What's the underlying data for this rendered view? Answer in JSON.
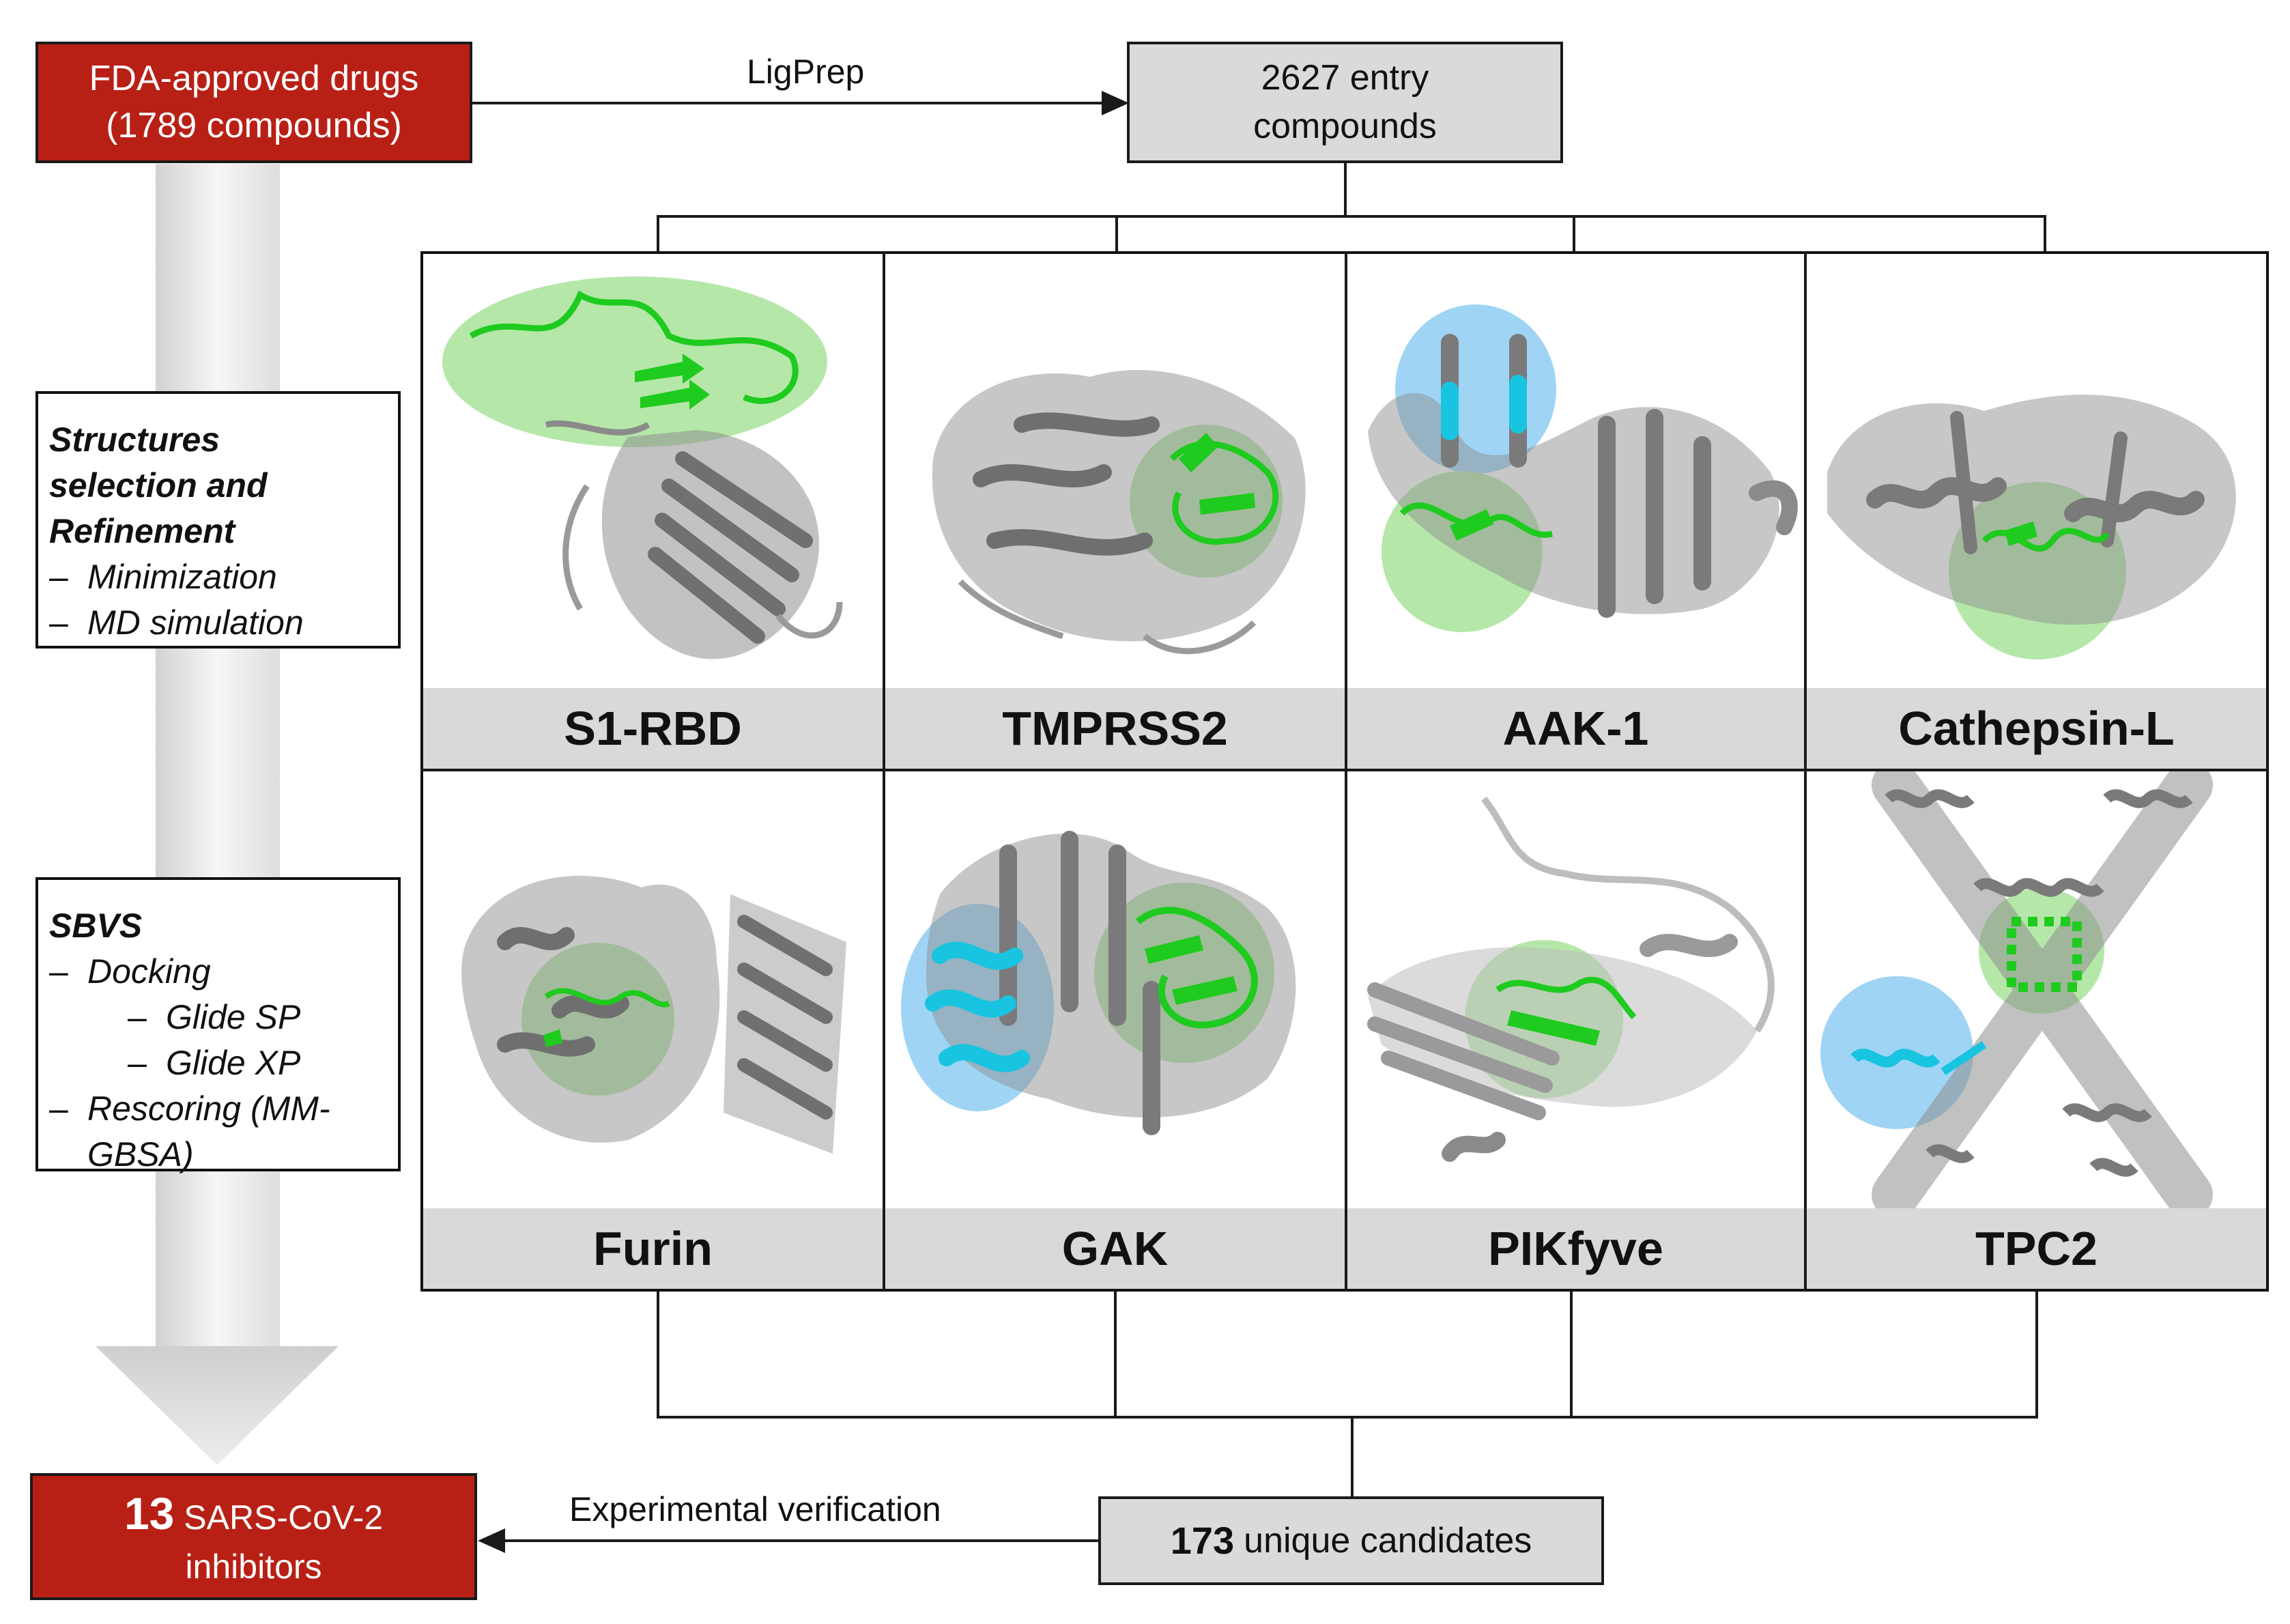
{
  "start_box": {
    "line1": "FDA-approved drugs",
    "line2": "(1789 compounds)"
  },
  "ligprep_label": "LigPrep",
  "entry_box": {
    "line1": "2627 entry",
    "line2": "compounds"
  },
  "stage1": {
    "title_lines": [
      "Structures",
      "selection and",
      "Refinement"
    ],
    "items": [
      "Minimization",
      "MD simulation"
    ]
  },
  "stage2": {
    "title": "SBVS",
    "items": [
      {
        "dash": "–",
        "text": "Docking"
      },
      {
        "dash": "–",
        "text": "Glide SP"
      },
      {
        "dash": "–",
        "text": "Glide XP"
      },
      {
        "dash": "–",
        "text": "Rescoring (MM-"
      },
      {
        "dash": "",
        "text": "GBSA)"
      }
    ]
  },
  "targets": [
    "S1-RBD",
    "TMPRSS2",
    "AAK-1",
    "Cathepsin-L",
    "Furin",
    "GAK",
    "PIKfyve",
    "TPC2"
  ],
  "candidates_box": {
    "number": "173",
    "text": "unique candidates"
  },
  "verification_label": "Experimental verification",
  "result_box": {
    "number": "13",
    "line1": "SARS-CoV-2",
    "line2": "inhibitors"
  },
  "colors": {
    "red": "#b82016",
    "grey_box": "#dadada",
    "band": "#d9d9d9",
    "site_green": "#b5e7a9",
    "site_blue": "#9fd4f5",
    "helix_green": "#1ecb1e",
    "helix_cyan": "#19c4e0",
    "protein_grey": "#8f8f8f"
  }
}
